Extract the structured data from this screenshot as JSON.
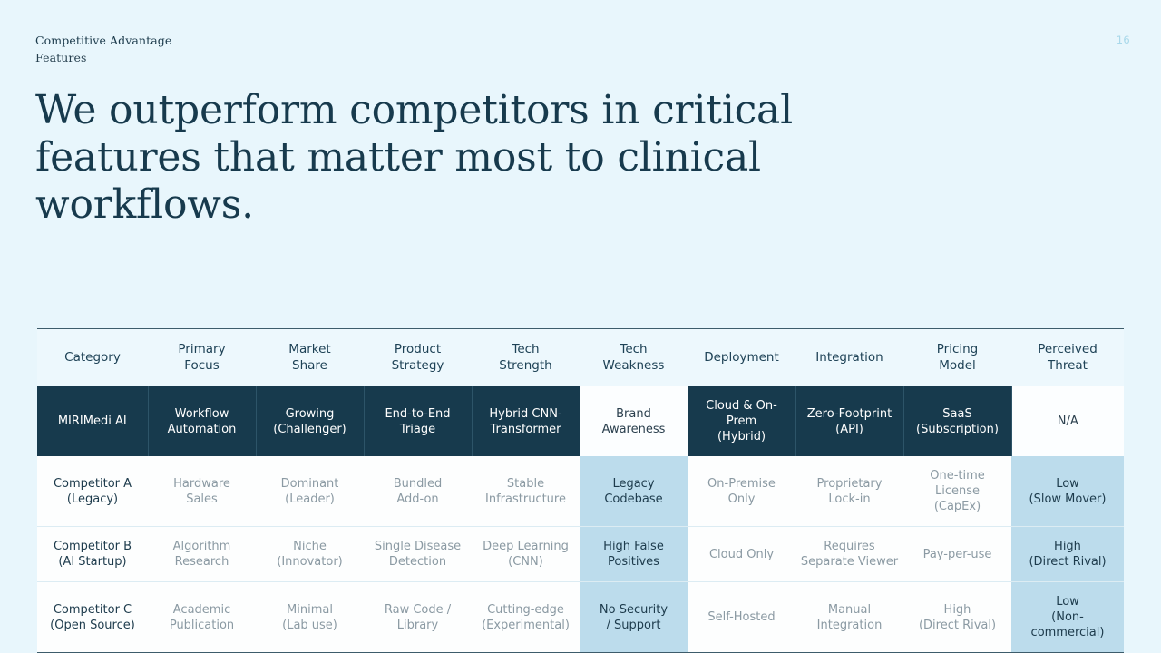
{
  "kicker": {
    "line1": "Competitive Advantage",
    "line2": "Features"
  },
  "page_number": "16",
  "headline": "We outperform competitors in critical features that matter most to clinical workflows.",
  "colors": {
    "page_background": "#e8f6fc",
    "headline": "#173a4d",
    "own_row_background": "#173a4d",
    "highlight_cell": "#bcdcec",
    "header_background": "#edf8fd",
    "page_number": "#a8d8ea",
    "rule": "#3d5c6b"
  },
  "table": {
    "headers": [
      "Category",
      "Primary\nFocus",
      "Market\nShare",
      "Product\nStrategy",
      "Tech\nStrength",
      "Tech\nWeakness",
      "Deployment",
      "Integration",
      "Pricing\nModel",
      "Perceived\nThreat"
    ],
    "rows": [
      {
        "style": "self",
        "cells": [
          "MIRIMedi AI",
          "Workflow\nAutomation",
          "Growing\n(Challenger)",
          "End-to-End\nTriage",
          "Hybrid CNN-\nTransformer",
          "Brand\nAwareness",
          "Cloud & On-Prem\n(Hybrid)",
          "Zero-Footprint\n(API)",
          "SaaS\n(Subscription)",
          "N/A"
        ],
        "invert_indices": [
          5,
          9
        ]
      },
      {
        "style": "competitor",
        "cells": [
          "Competitor A\n(Legacy)",
          "Hardware\nSales",
          "Dominant\n(Leader)",
          "Bundled\nAdd-on",
          "Stable\nInfrastructure",
          "Legacy\nCodebase",
          "On-Premise\nOnly",
          "Proprietary\nLock-in",
          "One-time License\n(CapEx)",
          "Low\n(Slow Mover)"
        ],
        "highlight_indices": [
          5,
          9
        ]
      },
      {
        "style": "competitor",
        "cells": [
          "Competitor B\n(AI Startup)",
          "Algorithm\nResearch",
          "Niche\n(Innovator)",
          "Single Disease\nDetection",
          "Deep Learning\n(CNN)",
          "High False\nPositives",
          "Cloud Only",
          "Requires\nSeparate Viewer",
          "Pay-per-use",
          "High\n(Direct Rival)"
        ],
        "highlight_indices": [
          5,
          9
        ]
      },
      {
        "style": "competitor",
        "cells": [
          "Competitor C\n(Open Source)",
          "Academic\nPublication",
          "Minimal\n(Lab use)",
          "Raw Code /\nLibrary",
          "Cutting-edge\n(Experimental)",
          "No Security\n/ Support",
          "Self-Hosted",
          "Manual\nIntegration",
          "High\n(Direct Rival)",
          "Low\n(Non-commercial)"
        ],
        "highlight_indices": [
          5,
          9
        ]
      }
    ]
  }
}
